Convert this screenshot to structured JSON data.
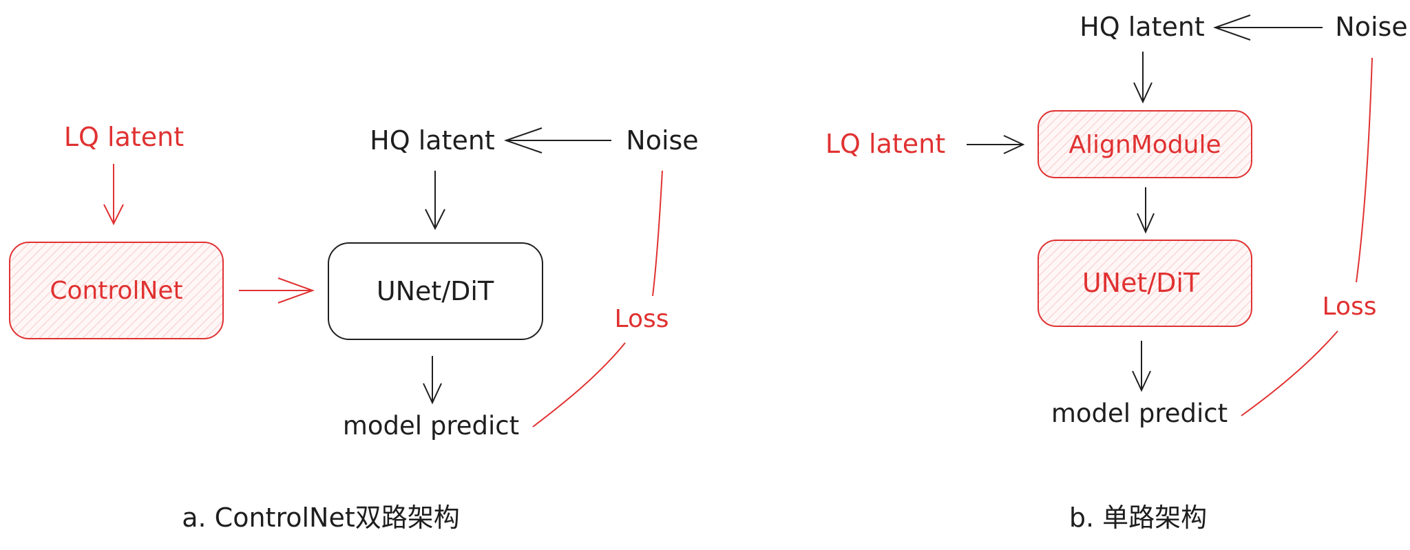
{
  "colors": {
    "red": "#e03131",
    "black": "#1e1e1e",
    "hatch": "#f7c9c9",
    "background": "#ffffff"
  },
  "panel_a": {
    "lq_latent": "LQ latent",
    "hq_latent": "HQ latent",
    "noise": "Noise",
    "controlnet": "ControlNet",
    "unet_dit": "UNet/DiT",
    "loss": "Loss",
    "model_predict": "model predict",
    "caption": "a. ControlNet双路架构"
  },
  "panel_b": {
    "hq_latent": "HQ latent",
    "noise": "Noise",
    "lq_latent": "LQ latent",
    "align_module": "AlignModule",
    "unet_dit": "UNet/DiT",
    "loss": "Loss",
    "model_predict": "model predict",
    "caption": "b. 单路架构"
  }
}
